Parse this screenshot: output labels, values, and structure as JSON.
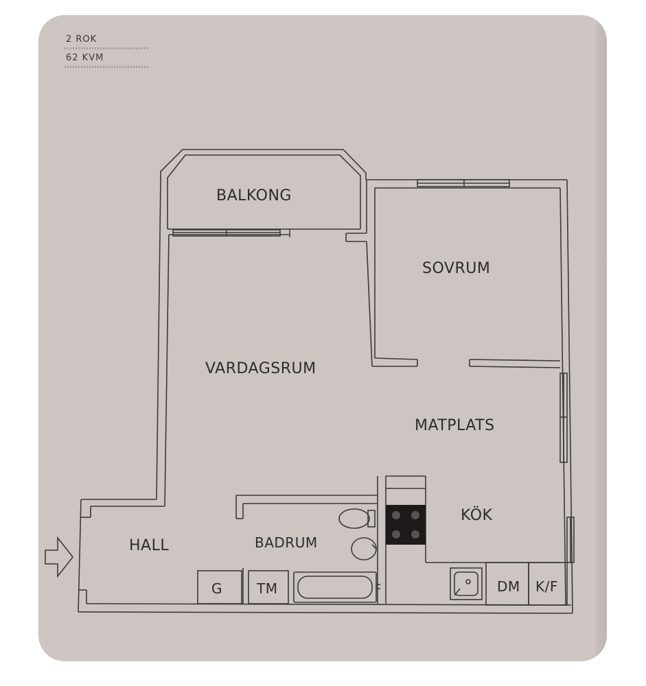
{
  "summary": {
    "rooms": "2 ROK",
    "area": "62 KVM"
  },
  "rooms": {
    "balkong": "BALKONG",
    "sovrum": "SOVRUM",
    "vardagsrum": "VARDAGSRUM",
    "matplats": "MATPLATS",
    "kok": "KÖK",
    "hall": "HALL",
    "badrum": "BADRUM"
  },
  "fixtures": {
    "g": "G",
    "tm": "TM",
    "dm": "DM",
    "kf": "K/F"
  },
  "colors": {
    "paper": "#cdc5c1",
    "line": "#3a3a3a",
    "stove": "#1f1a1a"
  }
}
